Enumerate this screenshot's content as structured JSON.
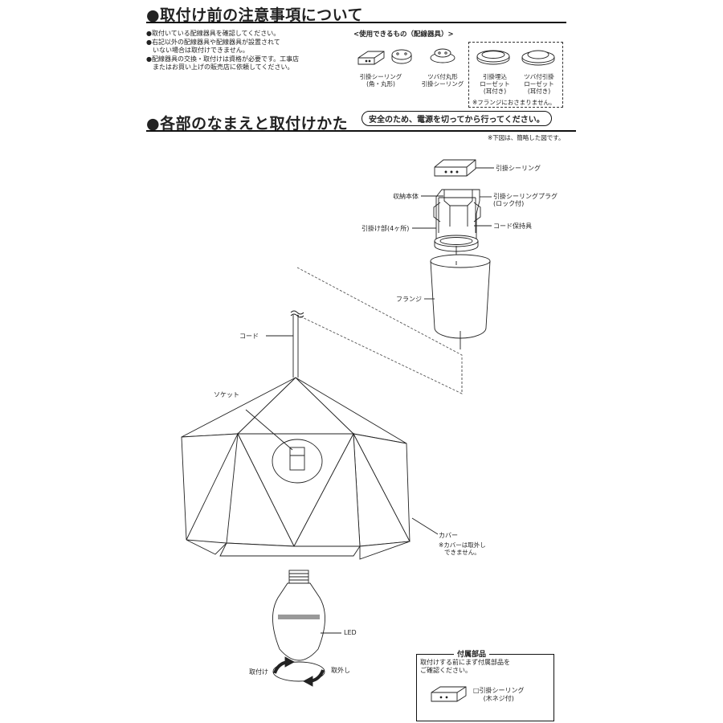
{
  "section1": {
    "title": "●取付け前の注意事項について",
    "notes": [
      "●取付いている配線器具を確認してください。",
      "●右記以外の配線器具や配線器具が設置されて",
      "　いない場合は取付けできません。",
      "●配線器具の交換・取付けは資格が必要です。工事店",
      "　またはお買い上げの販売店に依頼してください。"
    ],
    "usable_header": "<使用できるもの（配線器具）>",
    "fixtures": [
      {
        "line1": "引掛シーリング",
        "line2": "(角・丸形)",
        "line3": ""
      },
      {
        "line1": "ツバ付丸形",
        "line2": "引掛シーリング",
        "line3": ""
      },
      {
        "line1": "引掛埋込",
        "line2": "ローゼット",
        "line3": "(耳付き)"
      },
      {
        "line1": "ツバ付引掛",
        "line2": "ローゼット",
        "line3": "(耳付き)"
      }
    ],
    "flange_note": "※フランジにおさまりません。"
  },
  "section2": {
    "title": "●各部のなまえと取付けかた",
    "safety_pill": "安全のため、電源を切ってから行ってください。",
    "simplified_note": "※下図は、簡略した図です。"
  },
  "labels": {
    "ceiling": "引掛シーリング",
    "housing": "収納本体",
    "plug_line1": "引掛シーリングプラグ",
    "plug_line2": "(ロック付)",
    "hook_part": "引掛け部(4ヶ所)",
    "cord_holder": "コード保持具",
    "flange": "フランジ",
    "cord": "コード",
    "socket": "ソケット",
    "cover": "カバー",
    "cover_note_1": "※カバーは取外し",
    "cover_note_2": "できません。",
    "led": "LED",
    "attach": "取付け",
    "detach": "取外し"
  },
  "accessories": {
    "title": "付属部品",
    "instruction_1": "取付けする前にまず付属部品を",
    "instruction_2": "ご確認ください。",
    "item_line1": "□引掛シーリング",
    "item_line2": "(木ネジ付)"
  }
}
